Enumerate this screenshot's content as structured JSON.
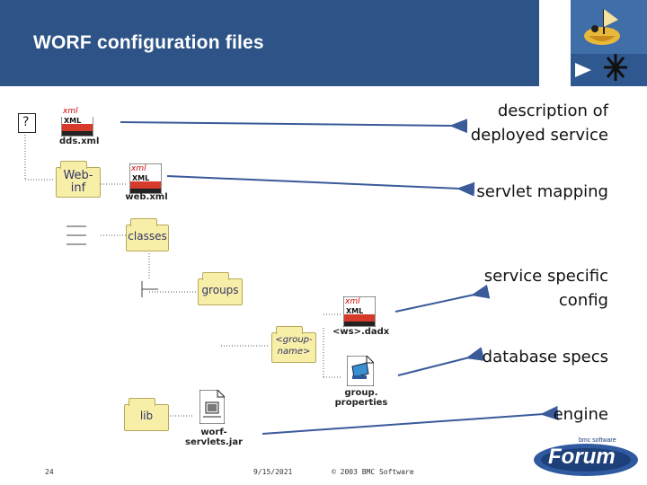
{
  "slide": {
    "title": "WORF configuration files"
  },
  "labels": {
    "description": "description of\ndeployed service",
    "servlet_mapping": "servlet mapping",
    "service_specific": "service specific\nconfig",
    "database_specs": "database specs",
    "engine": "engine"
  },
  "tree": {
    "question_mark": "?",
    "dds_xml": "dds.xml",
    "webinf": "Web-\ninf",
    "web_xml": "web.xml",
    "classes": "classes",
    "groups": "groups",
    "ws_dadx": "<ws>.dadx",
    "group_name": "<group-\nname>",
    "group_properties": "group.\nproperties",
    "lib": "lib",
    "worf_jar": "worf-\nservlets.jar",
    "xml_badge": "xml",
    "xml_word": "XML"
  },
  "footer": {
    "page_number": "24",
    "date": "9/15/2021",
    "copyright": "© 2003 BMC Software"
  },
  "logo": {
    "brand_small": "bmc software",
    "brand_large": "Forum"
  },
  "colors": {
    "header_bg": "#2e5487",
    "folder_fill": "#f7efa8",
    "arrow_color": "#3a5a9a"
  }
}
